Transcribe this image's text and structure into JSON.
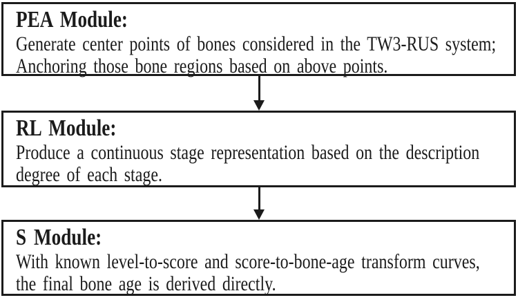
{
  "diagram": {
    "background": "#ffffff",
    "ink": "#1b1b1b",
    "modules": [
      {
        "id": "pea",
        "title": "PEA Module:",
        "lines": [
          "Generate center points of bones considered in the TW3-RUS system;",
          "Anchoring those bone regions based on above points."
        ]
      },
      {
        "id": "rl",
        "title": "RL Module:",
        "lines": [
          "Produce a continuous stage representation based on the description",
          "degree of each stage."
        ]
      },
      {
        "id": "s",
        "title": "S Module:",
        "lines": [
          "With known level-to-score and score-to-bone-age transform curves,",
          "the final bone age is derived directly."
        ]
      }
    ],
    "arrows": [
      {
        "icon": "down-arrow-icon",
        "from": "PEA Module",
        "to": "RL Module"
      },
      {
        "icon": "down-arrow-icon",
        "from": "RL Module",
        "to": "S Module"
      }
    ]
  }
}
